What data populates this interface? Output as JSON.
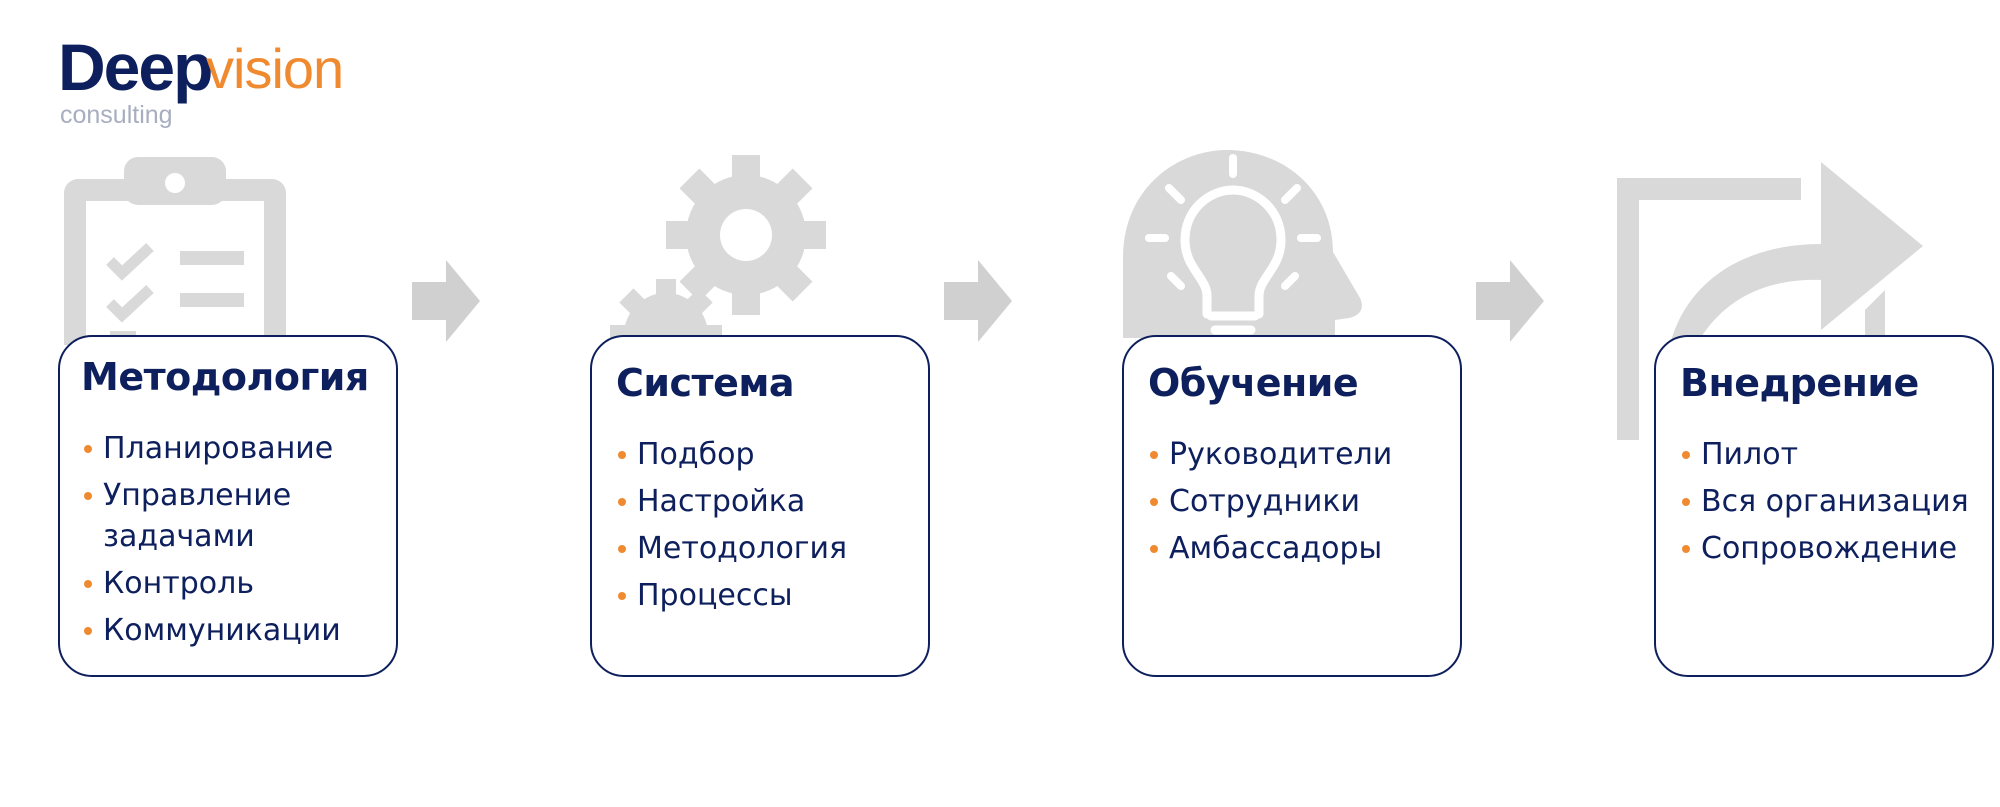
{
  "logo": {
    "deep": "Deep",
    "vision": "vision",
    "consulting": "consulting"
  },
  "steps": [
    {
      "title": "Методология",
      "icon": "clipboard-checklist-icon",
      "items": [
        "Планирование",
        "Управление\nзадачами",
        "Контроль",
        "Коммуникации"
      ]
    },
    {
      "title": "Система",
      "icon": "gears-icon",
      "items": [
        "Подбор",
        "Настройка",
        "Методология",
        "Процессы"
      ]
    },
    {
      "title": "Обучение",
      "icon": "head-lightbulb-icon",
      "items": [
        "Руководители",
        "Сотрудники",
        "Амбассадоры"
      ]
    },
    {
      "title": "Внедрение",
      "icon": "share-arrow-icon",
      "items": [
        "Пилот",
        "Вся организация",
        "Сопровождение"
      ]
    }
  ],
  "colors": {
    "navy": "#0d1f5c",
    "orange": "#f08a30",
    "icon_gray": "#d9d9d9",
    "arrow_gray": "#d0d0d0"
  }
}
